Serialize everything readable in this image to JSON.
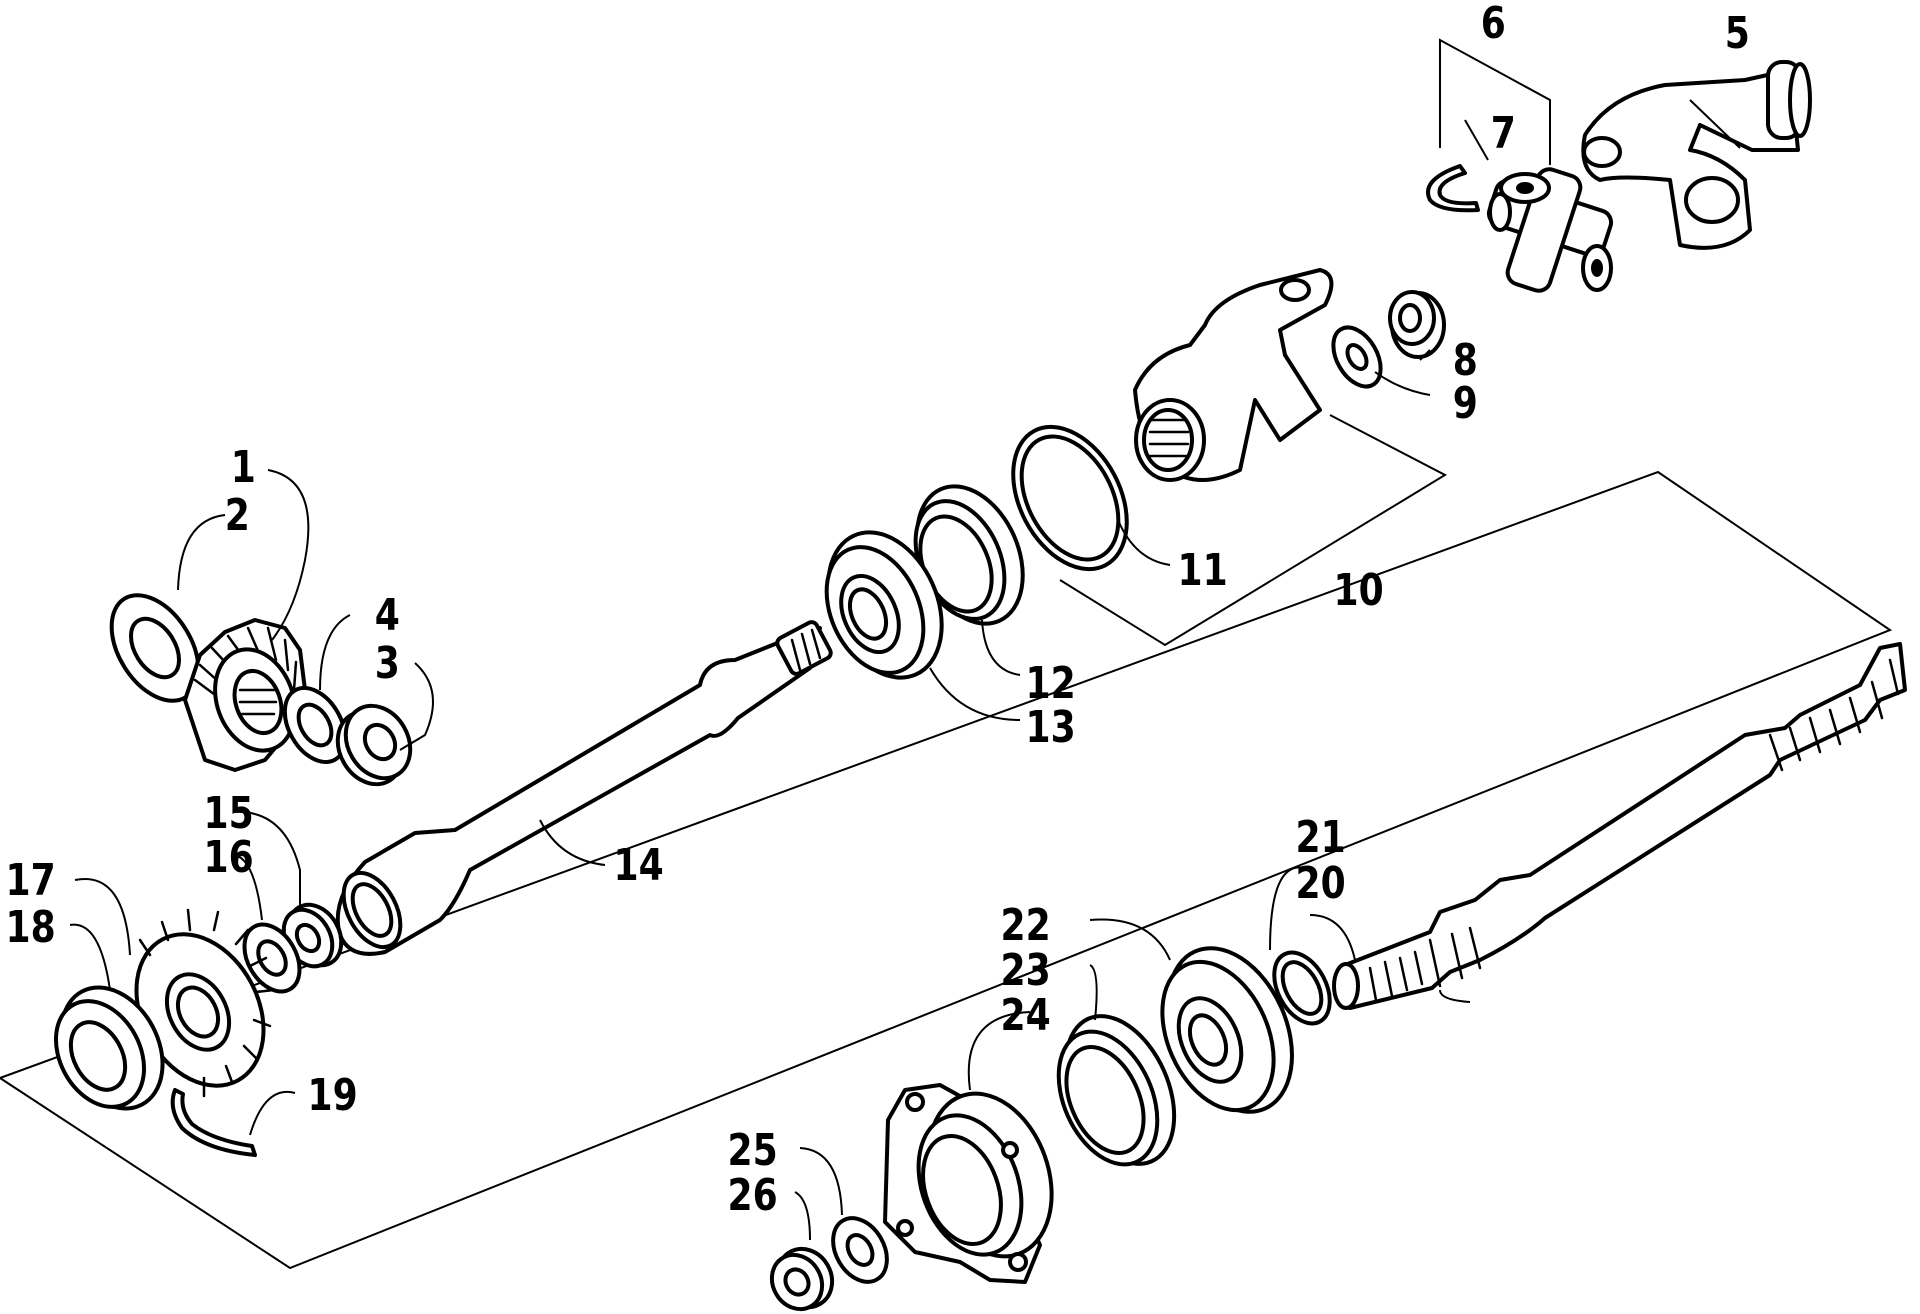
{
  "diagram": {
    "colors": {
      "ink": "#000000",
      "paper": "#ffffff"
    },
    "callouts": {
      "c1": "1",
      "c2": "2",
      "c3": "3",
      "c4": "4",
      "c5": "5",
      "c6": "6",
      "c7": "7",
      "c8": "8",
      "c9": "9",
      "c10": "10",
      "c11": "11",
      "c12": "12",
      "c13": "13",
      "c14": "14",
      "c15": "15",
      "c16": "16",
      "c17": "17",
      "c18": "18",
      "c19": "19",
      "c20": "20",
      "c21": "21",
      "c22": "22",
      "c23": "23",
      "c24": "24",
      "c25": "25",
      "c26": "26"
    }
  }
}
